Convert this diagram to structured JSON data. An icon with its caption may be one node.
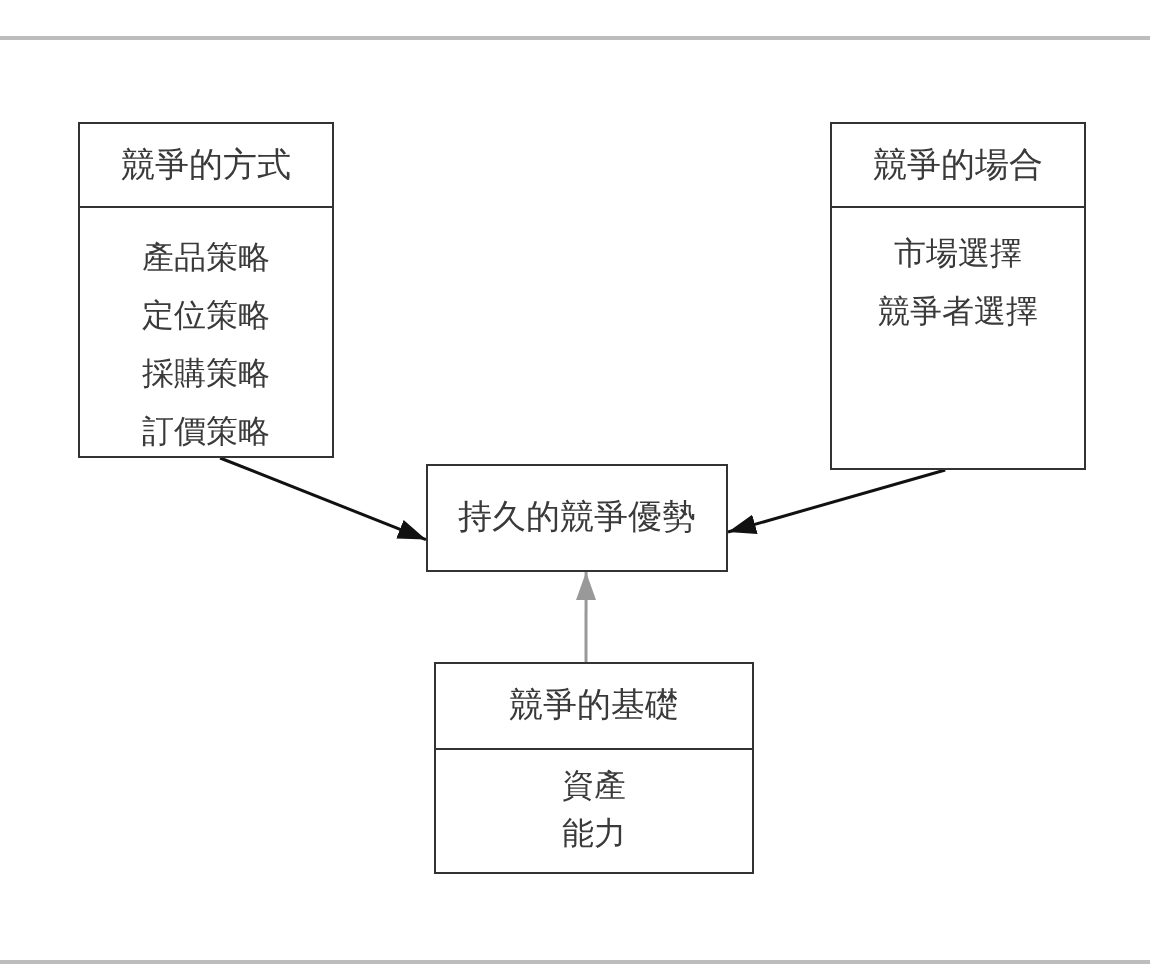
{
  "diagram": {
    "nodes": [
      {
        "text": [
          "競爭的方式",
          "產品策略",
          "定位策略",
          "採購策略",
          "訂價策略"
        ]
      },
      {
        "text": [
          "競爭的場合",
          "市場選擇",
          "競爭者選擇"
        ]
      },
      {
        "text": [
          "持久的競爭優勢"
        ]
      },
      {
        "text": [
          "競爭的基礎",
          "資產",
          "能力"
        ]
      }
    ],
    "edges": [
      {
        "from": 0,
        "to": 2,
        "arrow": "to"
      },
      {
        "from": 1,
        "to": 2,
        "arrow": "to"
      },
      {
        "from": 3,
        "to": 2,
        "arrow": "to",
        "color": "#999999"
      }
    ]
  }
}
